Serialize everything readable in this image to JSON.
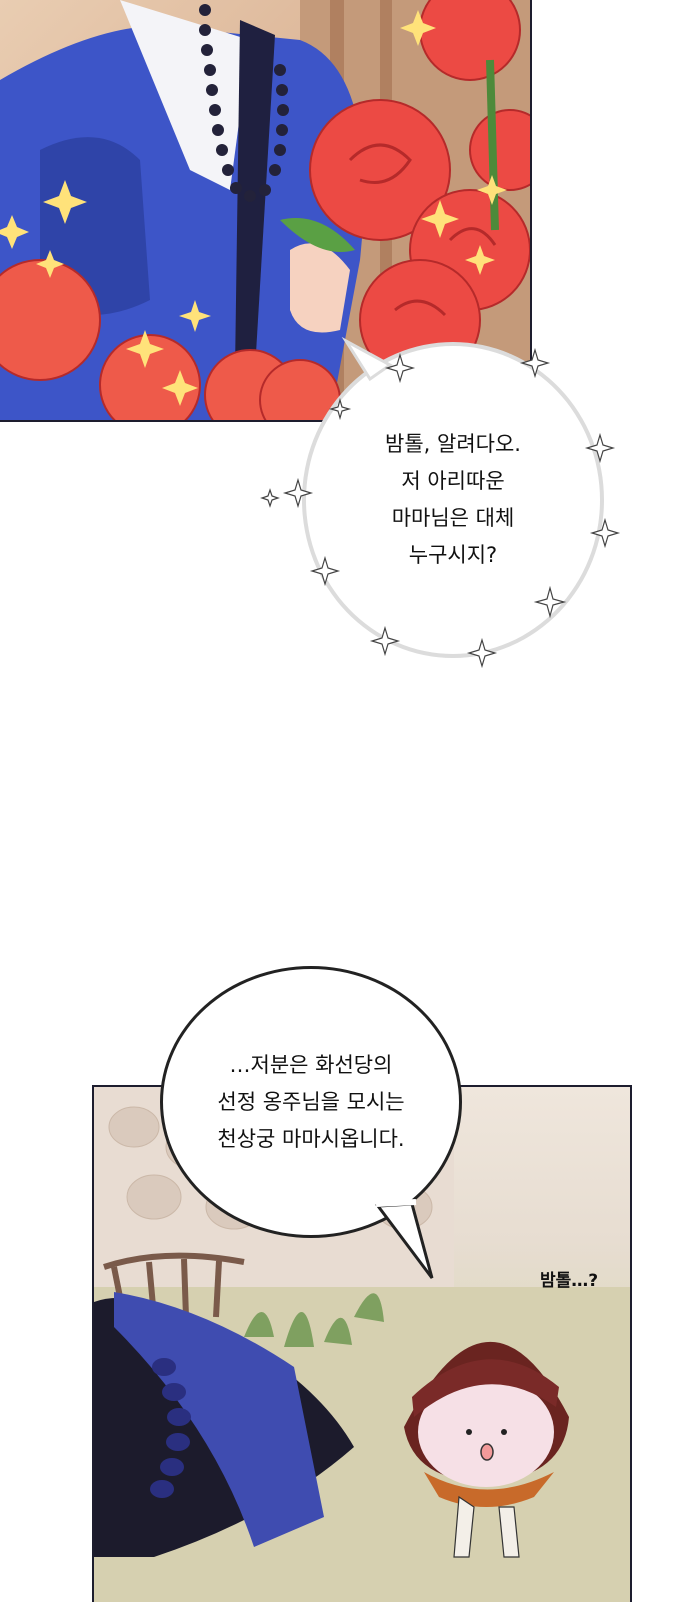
{
  "bubble_top": {
    "lines": [
      "밤톨, 알려다오.",
      "저 아리따운",
      "마마님은 대체",
      "누구시지?"
    ]
  },
  "bubble_bottom": {
    "lines": [
      "…저분은 화선당의",
      "선정 옹주님을 모시는",
      "천상궁 마마시옵니다."
    ]
  },
  "caption_small": "밤톨…?",
  "colors": {
    "robe_blue": "#3d55c8",
    "rose_red": "#ec4a44",
    "panel_border": "#1d1d2e"
  }
}
